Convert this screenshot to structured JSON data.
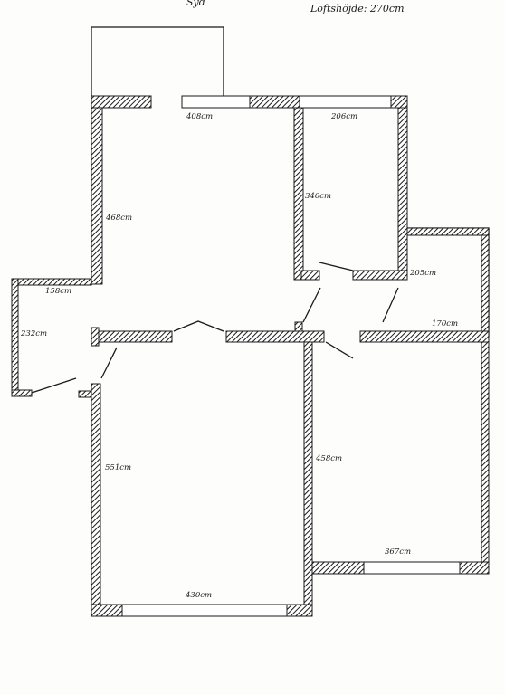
{
  "header": {
    "compass": "Syd",
    "ceiling_height": "Loftshöjde: 270cm"
  },
  "dimensions": {
    "d408": "408cm",
    "d206": "206cm",
    "d468": "468cm",
    "d340": "340cm",
    "d158": "158cm",
    "d205": "205cm",
    "d232": "232cm",
    "d170": "170cm",
    "d551": "551cm",
    "d458": "458cm",
    "d367": "367cm",
    "d430": "430cm"
  },
  "colors": {
    "ink": "#1a1a1a",
    "paper": "#fdfdfb"
  }
}
